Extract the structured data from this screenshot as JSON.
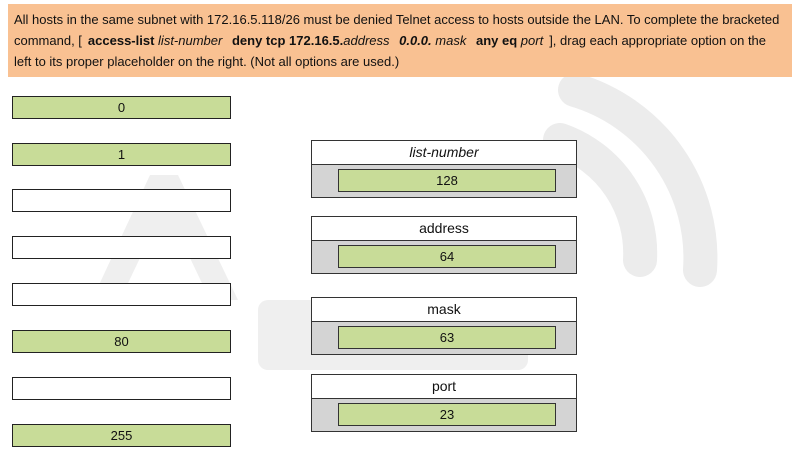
{
  "question": {
    "t1": "All hosts in the same subnet with 172.16.5.118/26 must be denied Telnet access to hosts outside the LAN. To complete the bracketed command, [",
    "kw_access_list": "access-list",
    "ph_list_number": "list-number",
    "kw_deny_tcp": "deny tcp 172.16.5.",
    "ph_address": "address",
    "kw_wildcard": "0.0.0.",
    "ph_mask": "mask",
    "kw_any_eq": "any eq",
    "ph_port": "port",
    "t2": "], drag each appropriate option on the left to its proper placeholder on the right. (Not all options are used.)"
  },
  "options": [
    {
      "value": "0"
    },
    {
      "value": "1"
    },
    {
      "value": ""
    },
    {
      "value": ""
    },
    {
      "value": ""
    },
    {
      "value": "80"
    },
    {
      "value": ""
    },
    {
      "value": "255"
    }
  ],
  "targets": [
    {
      "label": "list-number",
      "value": "128"
    },
    {
      "label": "address",
      "value": "64"
    },
    {
      "label": "mask",
      "value": "63"
    },
    {
      "label": "port",
      "value": "23"
    }
  ],
  "colors": {
    "question_bg": "#f9c192",
    "filled_green": "#c8dc98",
    "target_bg": "#d4d4d4"
  }
}
